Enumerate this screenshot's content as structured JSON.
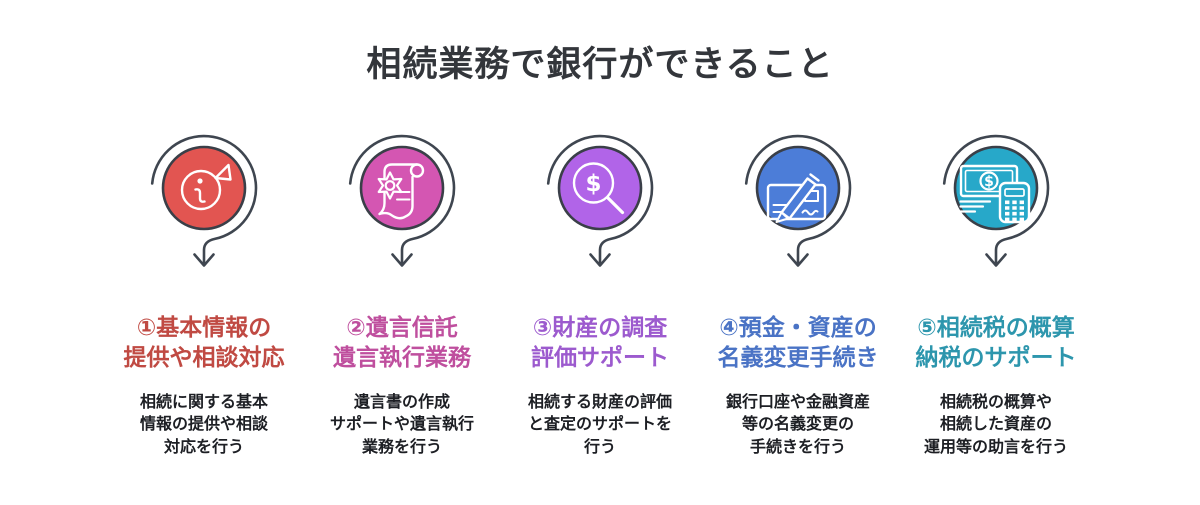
{
  "page": {
    "title": "相続業務で銀行ができること",
    "background_color": "#ffffff"
  },
  "colors": {
    "ring_arrow": "#3f4650",
    "main_title_text": "#33363b",
    "description_text": "#1d1f24"
  },
  "columns": [
    {
      "step": "①",
      "icon": "info-circle-arrow-icon",
      "accent_color": "#e25551",
      "title_color": "#c04a43",
      "title_line1": "①基本情報の",
      "title_line2": "提供や相談対応",
      "desc_line1": "相続に関する基本",
      "desc_line2": "情報の提供や相談",
      "desc_line3": "対応を行う"
    },
    {
      "step": "②",
      "icon": "will-scroll-seal-icon",
      "accent_color": "#d456b2",
      "title_color": "#bf4f9e",
      "title_line1": "②遺言信託",
      "title_line2": "遺言執行業務",
      "desc_line1": "遺言書の作成",
      "desc_line2": "サポートや遺言執行",
      "desc_line3": "業務を行う"
    },
    {
      "step": "③",
      "icon": "money-search-magnifier-icon",
      "accent_color": "#b164e8",
      "title_color": "#9c5ace",
      "title_line1": "③財産の調査",
      "title_line2": "評価サポート",
      "desc_line1": "相続する財産の評価",
      "desc_line2": "と査定のサポートを",
      "desc_line3": "行う"
    },
    {
      "step": "④",
      "icon": "check-signing-pen-icon",
      "accent_color": "#4c7dd8",
      "title_color": "#4a73c5",
      "title_line1": "④預金・資産の",
      "title_line2": "名義変更手続き",
      "desc_line1": "銀行口座や金融資産",
      "desc_line2": "等の名義変更の",
      "desc_line3": "手続きを行う"
    },
    {
      "step": "⑤",
      "icon": "cash-calculator-icon",
      "accent_color": "#27a8c9",
      "title_color": "#2d96ad",
      "title_line1": "⑤相続税の概算",
      "title_line2": "納税のサポート",
      "desc_line1": "相続税の概算や",
      "desc_line2": "相続した資産の",
      "desc_line3": "運用等の助言を行う"
    }
  ]
}
